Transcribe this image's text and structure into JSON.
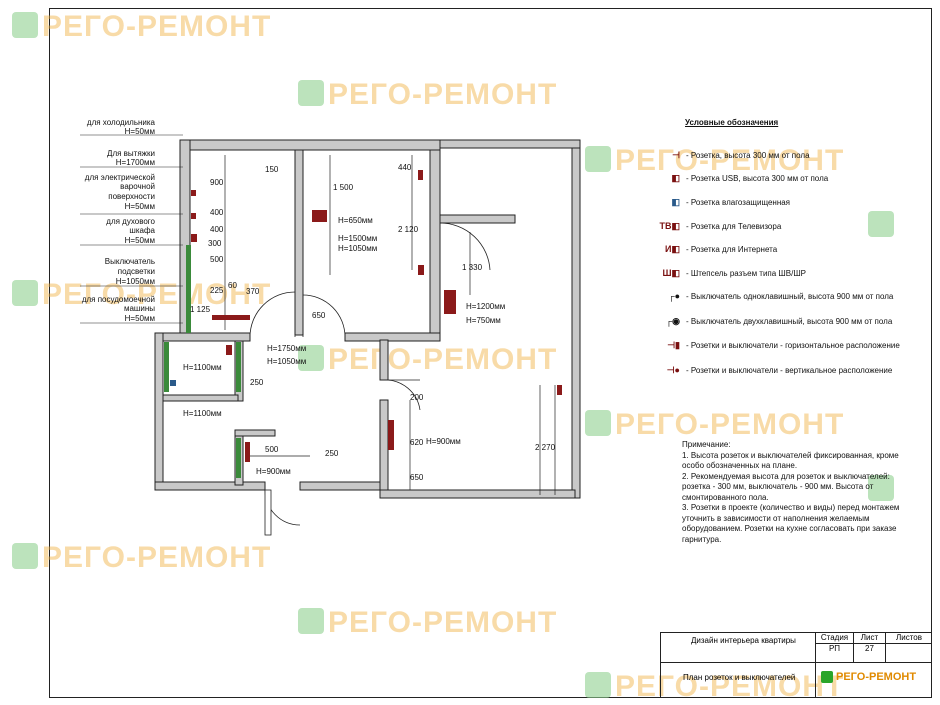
{
  "watermark": "РЕГО-РЕМОНТ",
  "left_labels": [
    {
      "l1": "для холодильника",
      "l2": "Н=50мм"
    },
    {
      "l1": "Для вытяжки",
      "l2": "Н=1700мм"
    },
    {
      "l1": "для электрической",
      "l2": "варочной",
      "l3": "поверхности",
      "l4": "Н=50мм"
    },
    {
      "l1": "для духового",
      "l2": "шкафа",
      "l3": "Н=50мм"
    },
    {
      "l1": "Выключатель",
      "l2": "подсветки",
      "l3": "Н=1050мм"
    },
    {
      "l1": "для посудомоечной",
      "l2": "машины",
      "l3": "Н=50мм"
    }
  ],
  "dimensions": [
    "900",
    "400",
    "400",
    "300",
    "500",
    "225",
    "60",
    "370",
    "1 125",
    "150",
    "1 500",
    "440",
    "2 120",
    "1 330",
    "650",
    "250",
    "200",
    "620",
    "650",
    "2 270",
    "250",
    "500"
  ],
  "heights": [
    "Н=650мм",
    "Н=1500мм",
    "Н=1050мм",
    "Н=1200мм",
    "Н=750мм",
    "Н=1750мм",
    "Н=1050мм",
    "Н=1100мм",
    "Н=1100мм",
    "Н=900мм",
    "Н=900мм"
  ],
  "legend": {
    "title": "Условные обозначения",
    "items": [
      {
        "sym": "",
        "text": "- Розетка, высота 300 мм от пола"
      },
      {
        "sym": "",
        "text": "- Розетка USB, высота 300 мм от пола"
      },
      {
        "sym": "",
        "text": "- Розетка влагозащищенная"
      },
      {
        "sym": "ТВ",
        "text": "- Розетка для Телевизора"
      },
      {
        "sym": "И",
        "text": "- Розетка для Интернета"
      },
      {
        "sym": "Ш",
        "text": "- Штепсель разъем типа ШВ/ШР"
      },
      {
        "sym": "",
        "text": "- Выключатель одноклавишный, высота 900 мм от пола"
      },
      {
        "sym": "",
        "text": "- Выключатель двухклавишный, высота 900 мм от пола"
      },
      {
        "sym": "",
        "text": "- Розетки и выключатели - горизонтальное расположение"
      },
      {
        "sym": "",
        "text": "- Розетки и выключатели - вертикальное расположение"
      }
    ]
  },
  "notes": {
    "title": "Примечание:",
    "lines": [
      "1. Высота розеток и выключателей фиксированная, кроме особо обозначенных на плане.",
      "2. Рекомендуемая высота для розеток и выключателей: розетка - 300 мм, выключатель - 900 мм. Высота от смонтированного пола.",
      "3. Розетки в проекте (количество и виды) перед монтажем уточнить в зависимости от наполнения желаемым оборудованием. Розетки на кухне согласовать при заказе гарнитура."
    ]
  },
  "title_block": {
    "project": "Дизайн интерьера квартиры",
    "stage_label": "Стадия",
    "sheet_label": "Лист",
    "sheets_label": "Листов",
    "stage": "РП",
    "sheet": "27",
    "sheets": "",
    "drawing": "План розеток и выключателей",
    "logo": "РЕГО-РЕМОНТ"
  },
  "colors": {
    "wall": "#c9c9c9",
    "socket": "#8b1a1a",
    "green": "#3a8a3a",
    "wm_orange": "#f0b040",
    "wm_gray": "#888"
  }
}
